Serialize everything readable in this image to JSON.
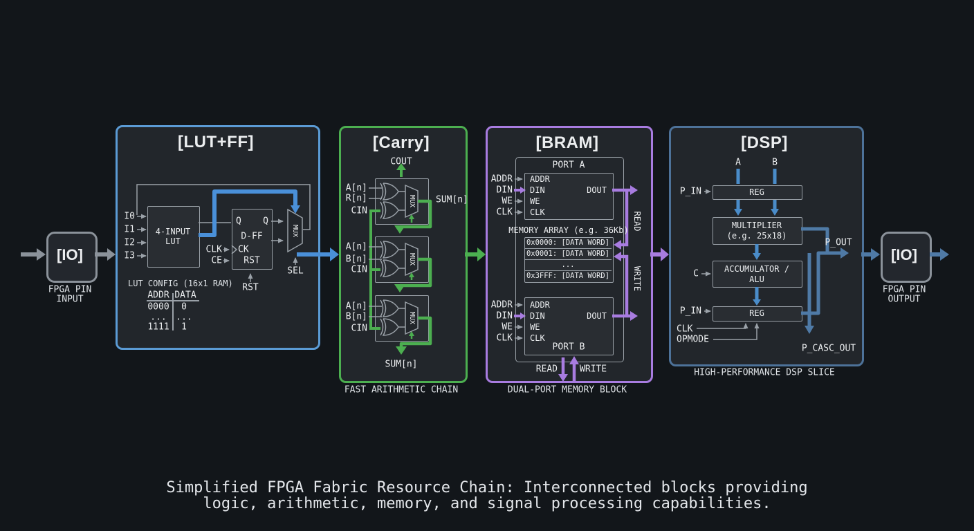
{
  "colors": {
    "bg": "#12161a",
    "panel": "#22262b",
    "line": "#9aa1a8",
    "text": "#eceef0",
    "blue": "#5b9bd5",
    "bluew": "#4a90d9",
    "green": "#4caf50",
    "purple": "#a87ce0",
    "steel": "#4d7299",
    "steelw": "#4f7aa6",
    "blue2": "#4a8cc9",
    "iogray": "#8b929a"
  },
  "io_in": {
    "title": "[IO]",
    "cap1": "FPGA PIN",
    "cap2": "INPUT"
  },
  "io_out": {
    "title": "[IO]",
    "cap1": "FPGA PIN",
    "cap2": "OUTPUT"
  },
  "lut_ff": {
    "title": "[LUT+FF]",
    "in0": "I0",
    "in1": "I1",
    "in2": "I2",
    "in3": "I3",
    "lut1": "4-INPUT",
    "lut2": "LUT",
    "q_l": "Q",
    "q_r": "Q",
    "dff": "D-FF",
    "ck": "CK",
    "rst_in": "RST",
    "clk": "CLK",
    "ce": "CE",
    "rst": "RST",
    "mux": "MUX",
    "sel": "SEL",
    "cfg_title": "LUT CONFIG (16x1 RAM)",
    "col_addr": "ADDR",
    "col_data": "DATA",
    "r0a": "0000",
    "r0d": "0",
    "r1a": "...",
    "r1d": "...",
    "r2a": "1111",
    "r2d": "1"
  },
  "carry": {
    "title": "[Carry]",
    "cout": "COUT",
    "sum_r": "SUM[n]",
    "sum_b": "SUM[n]",
    "mux": "MUX",
    "caption": "FAST ARITHMETIC CHAIN",
    "cells": [
      {
        "a": "A[n]",
        "b": "R[n]",
        "cin": "CIN"
      },
      {
        "a": "A[n]",
        "b": "B[n]",
        "cin": "CIN"
      },
      {
        "a": "A[n]",
        "b": "B[n]",
        "cin": "CIN"
      }
    ]
  },
  "bram": {
    "title": "[BRAM]",
    "port_a": "PORT A",
    "port_b": "PORT B",
    "pins": [
      "ADDR",
      "DIN",
      "WE",
      "CLK"
    ],
    "dout": "DOUT",
    "mem_title": "MEMORY ARRAY (e.g. 36Kb)",
    "rows": [
      "0x0000: [DATA WORD]",
      "0x0001: [DATA WORD]",
      "...",
      "0x3FFF: [DATA WORD]"
    ],
    "read": "READ",
    "write": "WRITE",
    "caption": "DUAL-PORT MEMORY BLOCK"
  },
  "dsp": {
    "title": "[DSP]",
    "a": "A",
    "b": "B",
    "p_in": "P_IN",
    "reg": "REG",
    "mult1": "MULTIPLIER",
    "mult2": "(e.g. 25x18)",
    "c": "C",
    "acc1": "ACCUMULATOR /",
    "acc2": "ALU",
    "clk": "CLK",
    "opmode": "OPMODE",
    "p_out": "P_OUT",
    "p_casc": "P_CASC_OUT",
    "caption": "HIGH-PERFORMANCE DSP SLICE"
  },
  "footer": {
    "line1": "Simplified FPGA Fabric Resource Chain: Interconnected blocks providing",
    "line2": "logic, arithmetic, memory, and signal processing capabilities."
  }
}
